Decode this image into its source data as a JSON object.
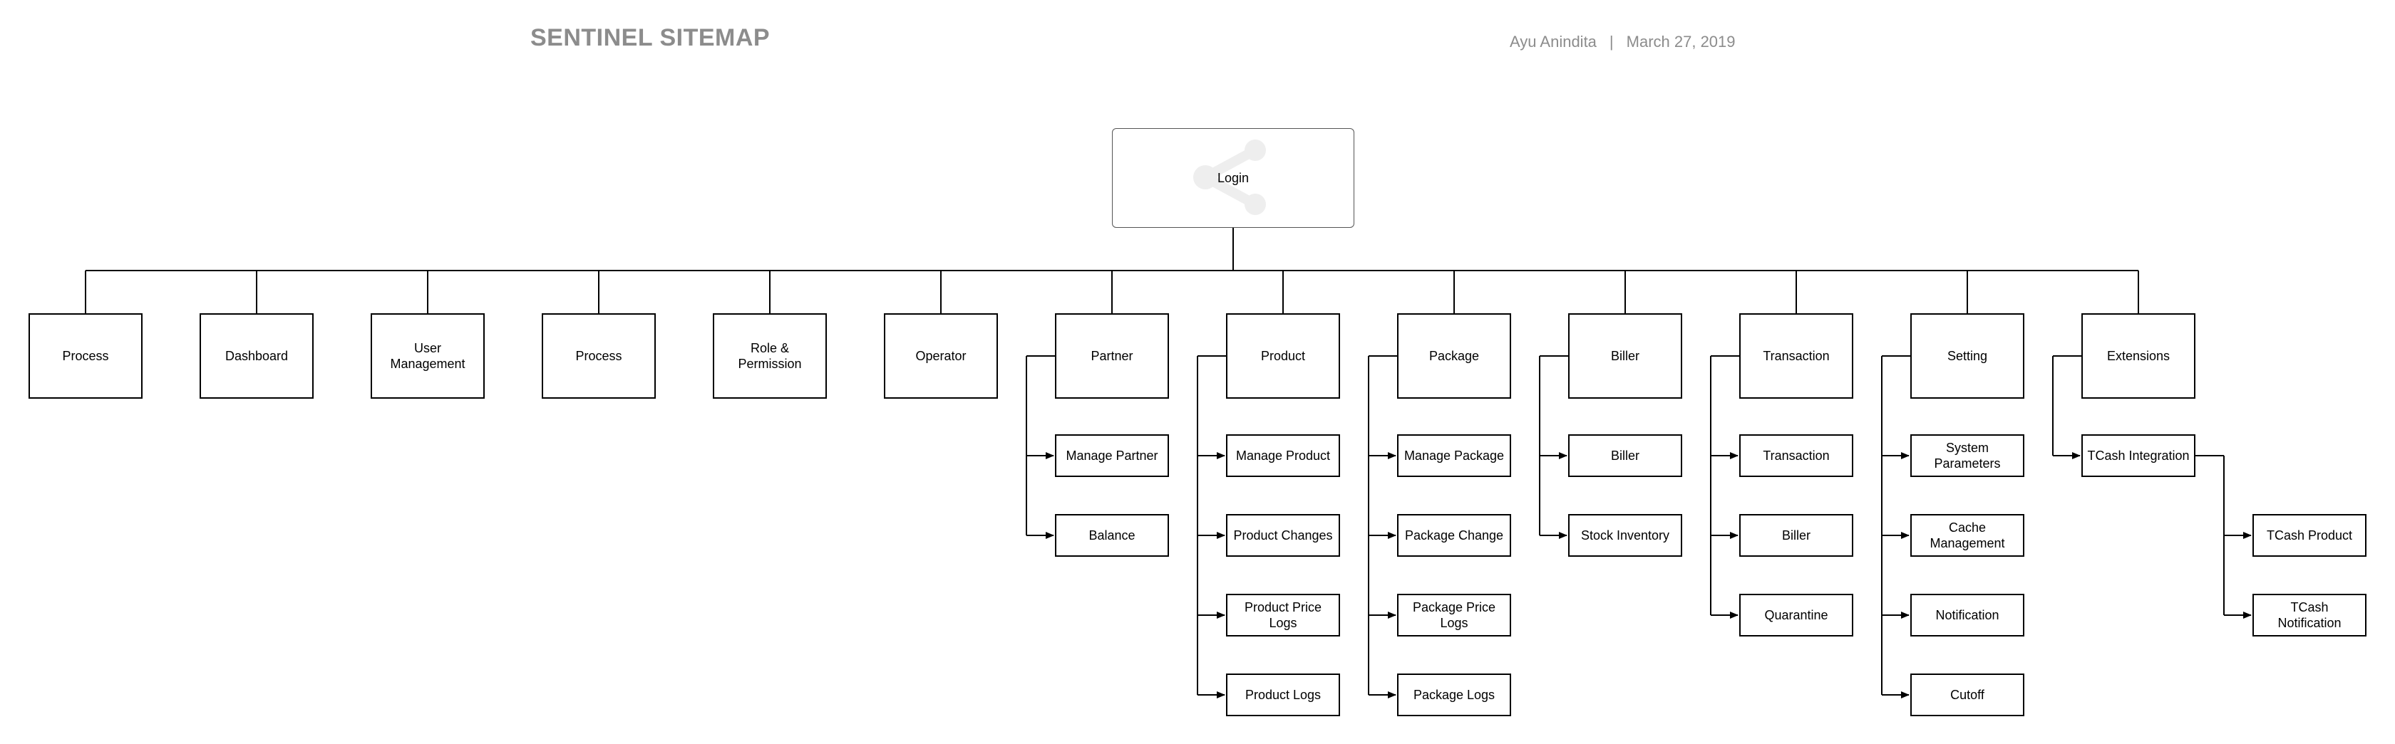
{
  "header": {
    "title": "SENTINEL SITEMAP",
    "author": "Ayu Anindita",
    "separator": "|",
    "date": "March 27, 2019"
  },
  "root": {
    "label": "Login",
    "icon": "share-icon"
  },
  "sections": [
    {
      "label": "Process",
      "children": []
    },
    {
      "label": "Dashboard",
      "children": []
    },
    {
      "label": "User Management",
      "children": []
    },
    {
      "label": "Process",
      "children": []
    },
    {
      "label": "Role  &\nPermission",
      "children": []
    },
    {
      "label": "Operator",
      "children": []
    },
    {
      "label": "Partner",
      "children": [
        "Manage Partner",
        "Balance"
      ]
    },
    {
      "label": "Product",
      "children": [
        "Manage Product",
        "Product Changes",
        "Product Price\nLogs",
        "Product Logs"
      ]
    },
    {
      "label": "Package",
      "children": [
        "Manage Package",
        "Package Change",
        "Package Price\nLogs",
        "Package Logs"
      ]
    },
    {
      "label": "Biller",
      "children": [
        "Biller",
        "Stock Inventory"
      ]
    },
    {
      "label": "Transaction",
      "children": [
        "Transaction",
        "Biller",
        "Quarantine"
      ]
    },
    {
      "label": "Setting",
      "children": [
        "System\nParameters",
        "Cache\nManagement",
        "Notification",
        "Cutoff"
      ]
    },
    {
      "label": "Extensions",
      "children": [
        "TCash Integration"
      ]
    }
  ],
  "extension_children": [
    "TCash Product",
    "TCash Notification"
  ]
}
